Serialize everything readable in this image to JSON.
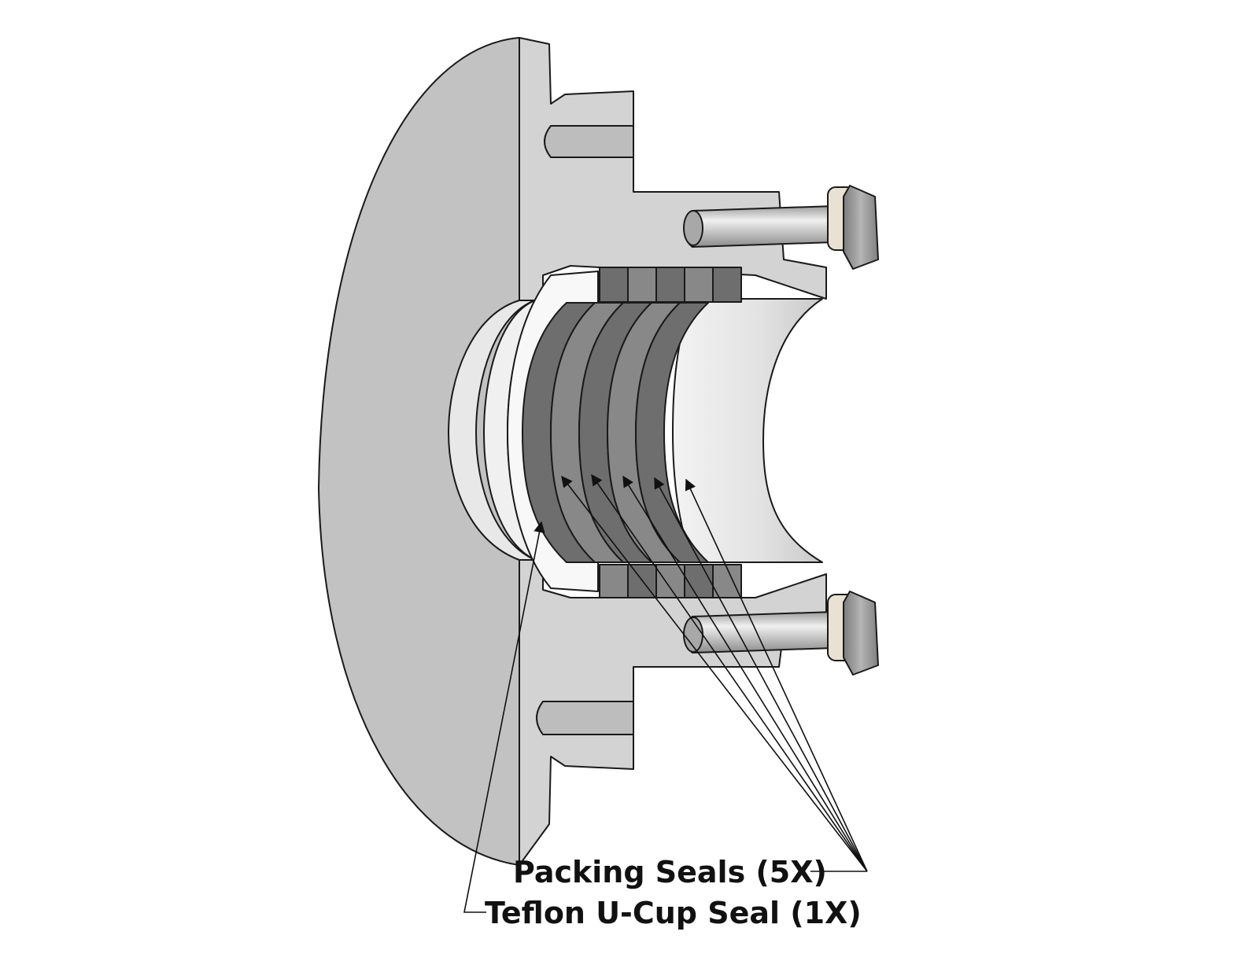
{
  "callouts": {
    "packing_seals": "Packing Seals (5X)",
    "u_cup_seal": "Teflon U-Cup Seal (1X)"
  },
  "colors": {
    "background": "#ffffff",
    "housing": "#d2d2d2",
    "housing_dark": "#bdbdbd",
    "housing_face": "#c4c4c4",
    "bore_light": "#e6e6e6",
    "bore_bright": "#f2f2f2",
    "packing_dark": "#6e6e6e",
    "packing_mid": "#888888",
    "u_cup": "#f7f7f7",
    "stud": "#bfbfbf",
    "nut": "#9a9a9a",
    "washer": "#e8e0d2",
    "outline": "#1a1a1a",
    "leader": "#111111"
  },
  "packing_ring_count": 5
}
